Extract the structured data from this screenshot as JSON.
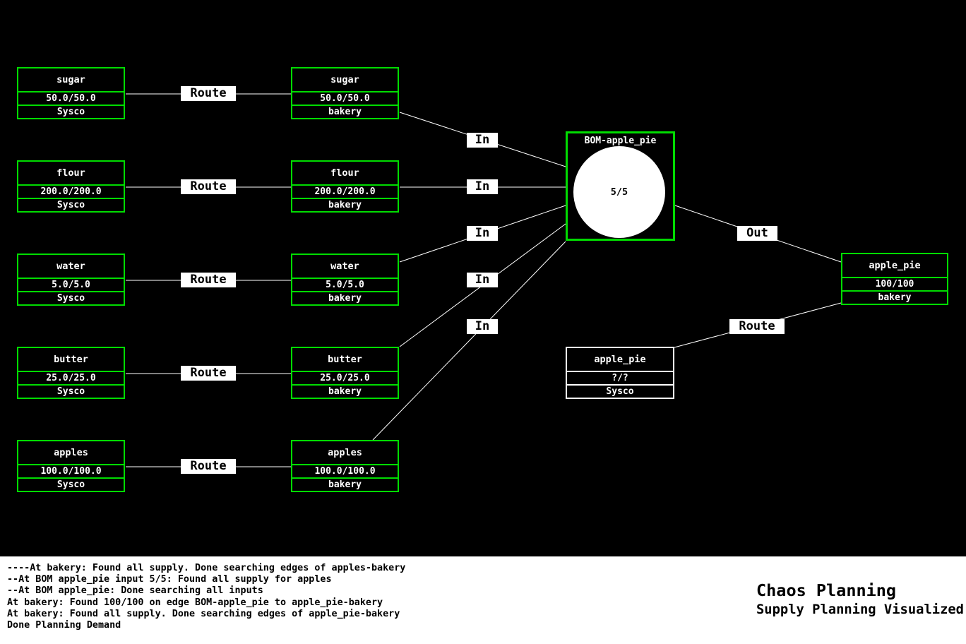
{
  "brand": {
    "title": "Chaos Planning",
    "subtitle": "Supply Planning Visualized"
  },
  "labels": {
    "route": "Route",
    "in": "In",
    "out": "Out"
  },
  "bom": {
    "title": "BOM-apple_pie",
    "progress": "5/5"
  },
  "rows": [
    {
      "item": "sugar",
      "supplier": {
        "name": "sugar",
        "qty": "50.0/50.0",
        "location": "Sysco"
      },
      "bakery": {
        "name": "sugar",
        "qty": "50.0/50.0",
        "location": "bakery"
      }
    },
    {
      "item": "flour",
      "supplier": {
        "name": "flour",
        "qty": "200.0/200.0",
        "location": "Sysco"
      },
      "bakery": {
        "name": "flour",
        "qty": "200.0/200.0",
        "location": "bakery"
      }
    },
    {
      "item": "water",
      "supplier": {
        "name": "water",
        "qty": "5.0/5.0",
        "location": "Sysco"
      },
      "bakery": {
        "name": "water",
        "qty": "5.0/5.0",
        "location": "bakery"
      }
    },
    {
      "item": "butter",
      "supplier": {
        "name": "butter",
        "qty": "25.0/25.0",
        "location": "Sysco"
      },
      "bakery": {
        "name": "butter",
        "qty": "25.0/25.0",
        "location": "bakery"
      }
    },
    {
      "item": "apples",
      "supplier": {
        "name": "apples",
        "qty": "100.0/100.0",
        "location": "Sysco"
      },
      "bakery": {
        "name": "apples",
        "qty": "100.0/100.0",
        "location": "bakery"
      }
    }
  ],
  "output_node": {
    "name": "apple_pie",
    "qty": "100/100",
    "location": "bakery"
  },
  "demand_node": {
    "name": "apple_pie",
    "qty": "?/?",
    "location": "Sysco"
  },
  "log": {
    "lines": [
      "----At bakery: Found all supply. Done searching edges of apples-bakery",
      "--At BOM apple_pie input 5/5: Found all supply for apples",
      "--At BOM apple_pie: Done searching all inputs",
      "At bakery: Found 100/100 on edge BOM-apple_pie to apple_pie-bakery",
      "At bakery: Found all supply. Done searching edges of apple_pie-bakery",
      "Done Planning Demand"
    ]
  },
  "colors": {
    "background": "#000000",
    "node_border_green": "#00dc00",
    "node_border_white": "#ffffff",
    "node_text": "#ffffff",
    "edge": "#ffffff",
    "edge_label_bg": "#ffffff",
    "edge_label_text": "#000000",
    "footer_bg": "#ffffff",
    "footer_text": "#000000"
  }
}
